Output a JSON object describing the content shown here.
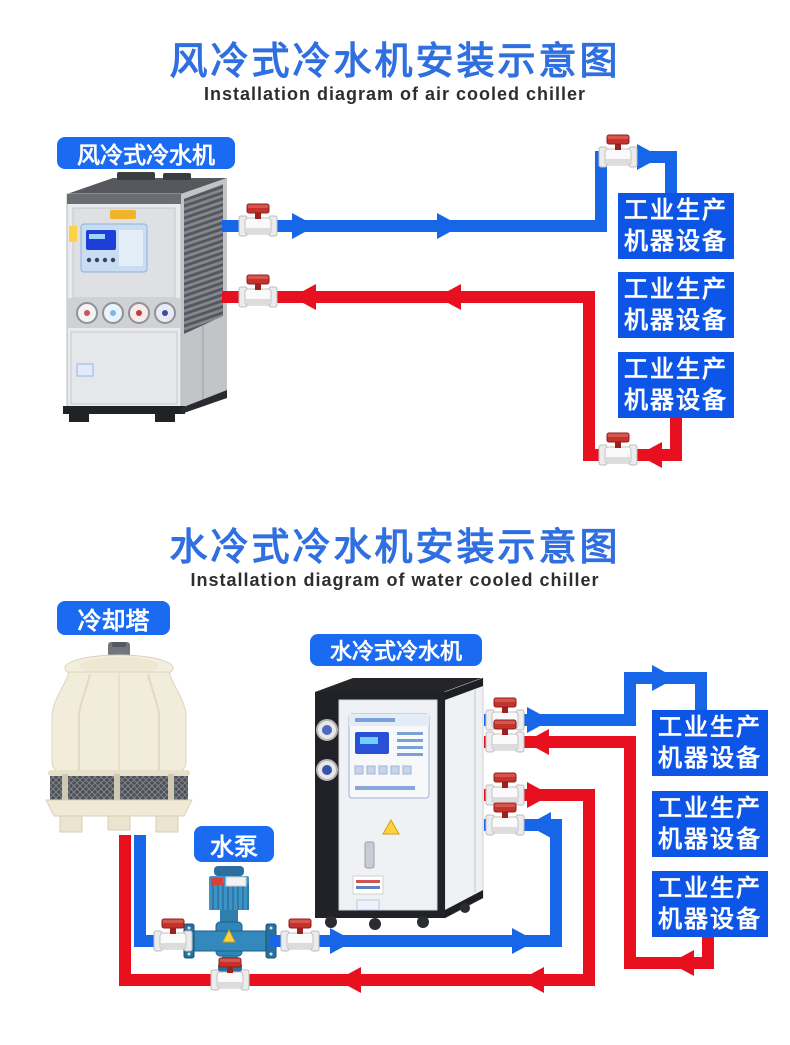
{
  "colors": {
    "title_blue": "#2f6fe0",
    "label_blue": "#1a6bf2",
    "equipment_box_blue": "#0c55e6",
    "pipe_blue": "#1766e8",
    "pipe_red": "#e8101e",
    "valve_handle_red": "#c3332c",
    "tower_cream": "#f2ecda",
    "pump_teal": "#3389bb"
  },
  "section_air": {
    "title": "风冷式冷水机安装示意图",
    "subtitle": "Installation diagram of air cooled chiller",
    "chiller_label": "风冷式冷水机",
    "equipment_boxes": [
      {
        "line1": "工业生产",
        "line2": "机器设备"
      },
      {
        "line1": "工业生产",
        "line2": "机器设备"
      },
      {
        "line1": "工业生产",
        "line2": "机器设备"
      }
    ]
  },
  "section_water": {
    "title": "水冷式冷水机安装示意图",
    "subtitle": "Installation diagram of water cooled chiller",
    "cooling_tower_label": "冷却塔",
    "chiller_label": "水冷式冷水机",
    "pump_label": "水泵",
    "equipment_boxes": [
      {
        "line1": "工业生产",
        "line2": "机器设备"
      },
      {
        "line1": "工业生产",
        "line2": "机器设备"
      },
      {
        "line1": "工业生产",
        "line2": "机器设备"
      }
    ]
  }
}
